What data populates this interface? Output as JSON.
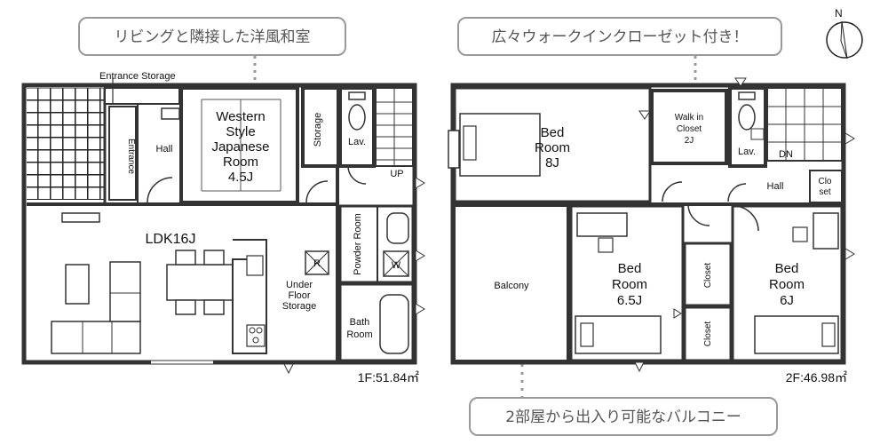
{
  "callouts": {
    "left_top": "リビングと隣接した洋風和室",
    "right_top": "広々ウォークインクローゼット付き！",
    "bottom": "2部屋から出入り可能なバルコニー"
  },
  "compass": {
    "north_label": "N"
  },
  "floor1": {
    "area_label": "1F:51.84㎡",
    "rooms": {
      "entrance_storage": "Entrance Storage",
      "entrance": "Entrance",
      "hall": "Hall",
      "western_line1": "Western",
      "western_line2": "Style",
      "western_line3": "Japanese",
      "western_line4": "Room",
      "western_line5": "4.5J",
      "storage": "Storage",
      "lav": "Lav.",
      "up": "UP",
      "ldk": "LDK16J",
      "refrigerator_mark": "R",
      "washer_mark": "W",
      "powder_room": "Powder Room",
      "underfloor_line1": "Under",
      "underfloor_line2": "Floor",
      "underfloor_line3": "Storage",
      "bath_line1": "Bath",
      "bath_line2": "Room"
    }
  },
  "floor2": {
    "area_label": "2F:46.98㎡",
    "rooms": {
      "bed8_line1": "Bed",
      "bed8_line2": "Room",
      "bed8_line3": "8J",
      "wic_line1": "Walk in",
      "wic_line2": "Closet",
      "wic_line3": "2J",
      "lav": "Lav.",
      "dn": "DN",
      "hall": "Hall",
      "closet_small_line1": "Clo",
      "closet_small_line2": "set",
      "balcony": "Balcony",
      "bed65_line1": "Bed",
      "bed65_line2": "Room",
      "bed65_line3": "6.5J",
      "closet_a": "Closet",
      "closet_b": "Closet",
      "bed6_line1": "Bed",
      "bed6_line2": "Room",
      "bed6_line3": "6J"
    }
  }
}
